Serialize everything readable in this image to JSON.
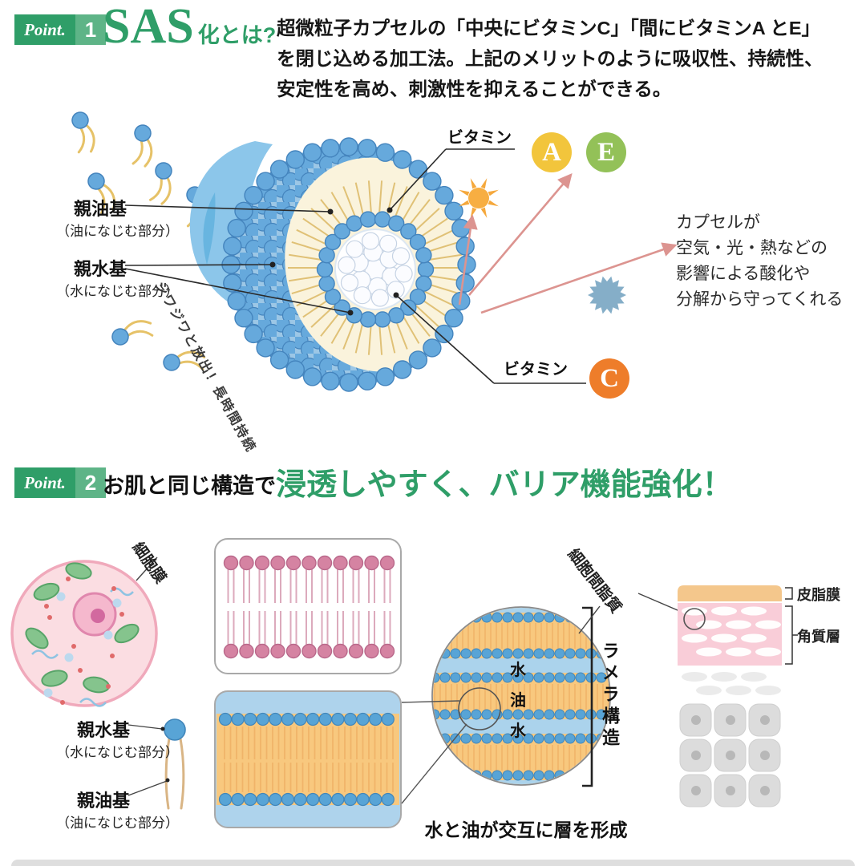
{
  "colors": {
    "accent_green": "#2f9e68",
    "vitamin_a_bg": "#f2c53c",
    "vitamin_e_bg": "#93c158",
    "vitamin_c_bg": "#ee7d2a",
    "capsule_blue": "#66a9dc",
    "lipid_orange": "#f8c87e",
    "arrow_salmon": "#dc9490"
  },
  "point1": {
    "badge": {
      "label": "Point.",
      "number": "1"
    },
    "title": {
      "main": "SAS",
      "suffix": "化とは?"
    },
    "description_lines": [
      "超微粒子カプセルの「中央にビタミンC」「間にビタミンA とE」",
      "を閉じ込める加工法。上記のメリットのように吸収性、持続性、",
      "安定性を高め、刺激性を抑えることができる。"
    ],
    "labels": {
      "lipophilic": "親油基",
      "lipophilic_sub": "（油になじむ部分）",
      "hydrophilic": "親水基",
      "hydrophilic_sub": "（水になじむ部分）",
      "release": "ジワジワと放出！長時間持続",
      "vitamin_top": "ビタミン",
      "vitamin_bottom": "ビタミン"
    },
    "vitamins": {
      "a": "A",
      "e": "E",
      "c": "C"
    },
    "protection_lines": [
      "カプセルが",
      "空気・光・熱などの",
      "影響による酸化や",
      "分解から守ってくれる"
    ]
  },
  "point2": {
    "badge": {
      "label": "Point.",
      "number": "2"
    },
    "title": {
      "black": "お肌と同じ構造で",
      "green": "浸透しやすく、バリア機能強化！"
    },
    "labels": {
      "cell_membrane": "細胞膜",
      "hydrophilic": "親水基",
      "hydrophilic_sub": "（水になじむ部分）",
      "lipophilic": "親油基",
      "lipophilic_sub": "（油になじむ部分）",
      "intercellular_lipid": "細胞間脂質",
      "lamella": "ラメラ構造",
      "water1": "水",
      "oil": "油",
      "water2": "水",
      "sebum": "皮脂膜",
      "stratum_corneum": "角質層"
    },
    "caption": "水と油が交互に層を形成"
  }
}
